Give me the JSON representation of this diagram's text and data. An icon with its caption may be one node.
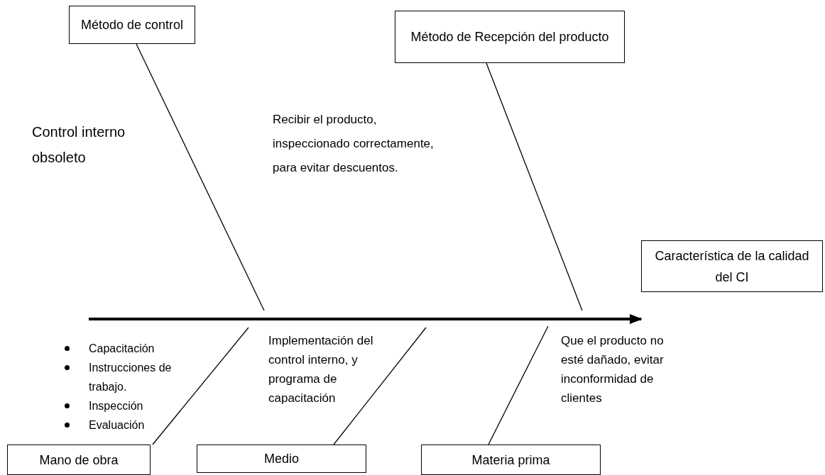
{
  "diagram": {
    "nodes": [
      {
        "text": [
          "Método de control"
        ]
      },
      {
        "text": [
          "Método de Recepción del producto"
        ]
      },
      {
        "text": [
          "Característica de la calidad del CI"
        ]
      },
      {
        "text": [
          "Mano de obra"
        ]
      },
      {
        "text": [
          "Medio"
        ]
      },
      {
        "text": [
          "Materia prima"
        ]
      }
    ],
    "edges": [
      {
        "from": null,
        "to": 2,
        "arrow": "to",
        "style": "thick"
      },
      {
        "from": 0,
        "to": null,
        "arrow": "none"
      },
      {
        "from": 1,
        "to": null,
        "arrow": "none"
      },
      {
        "from": 3,
        "to": null,
        "arrow": "none"
      },
      {
        "from": 4,
        "to": null,
        "arrow": "none"
      },
      {
        "from": 5,
        "to": null,
        "arrow": "none"
      }
    ],
    "labels": [
      "Control interno obsoleto",
      "Recibir el producto, inspeccionado correctamente, para evitar descuentos.",
      "Capacitación",
      "Instrucciones de trabajo.",
      "Inspección",
      "Evaluación",
      "Implementación del control interno, y programa de capacitación",
      "Que el producto no esté dañado, evitar inconformidad de clientes"
    ]
  }
}
